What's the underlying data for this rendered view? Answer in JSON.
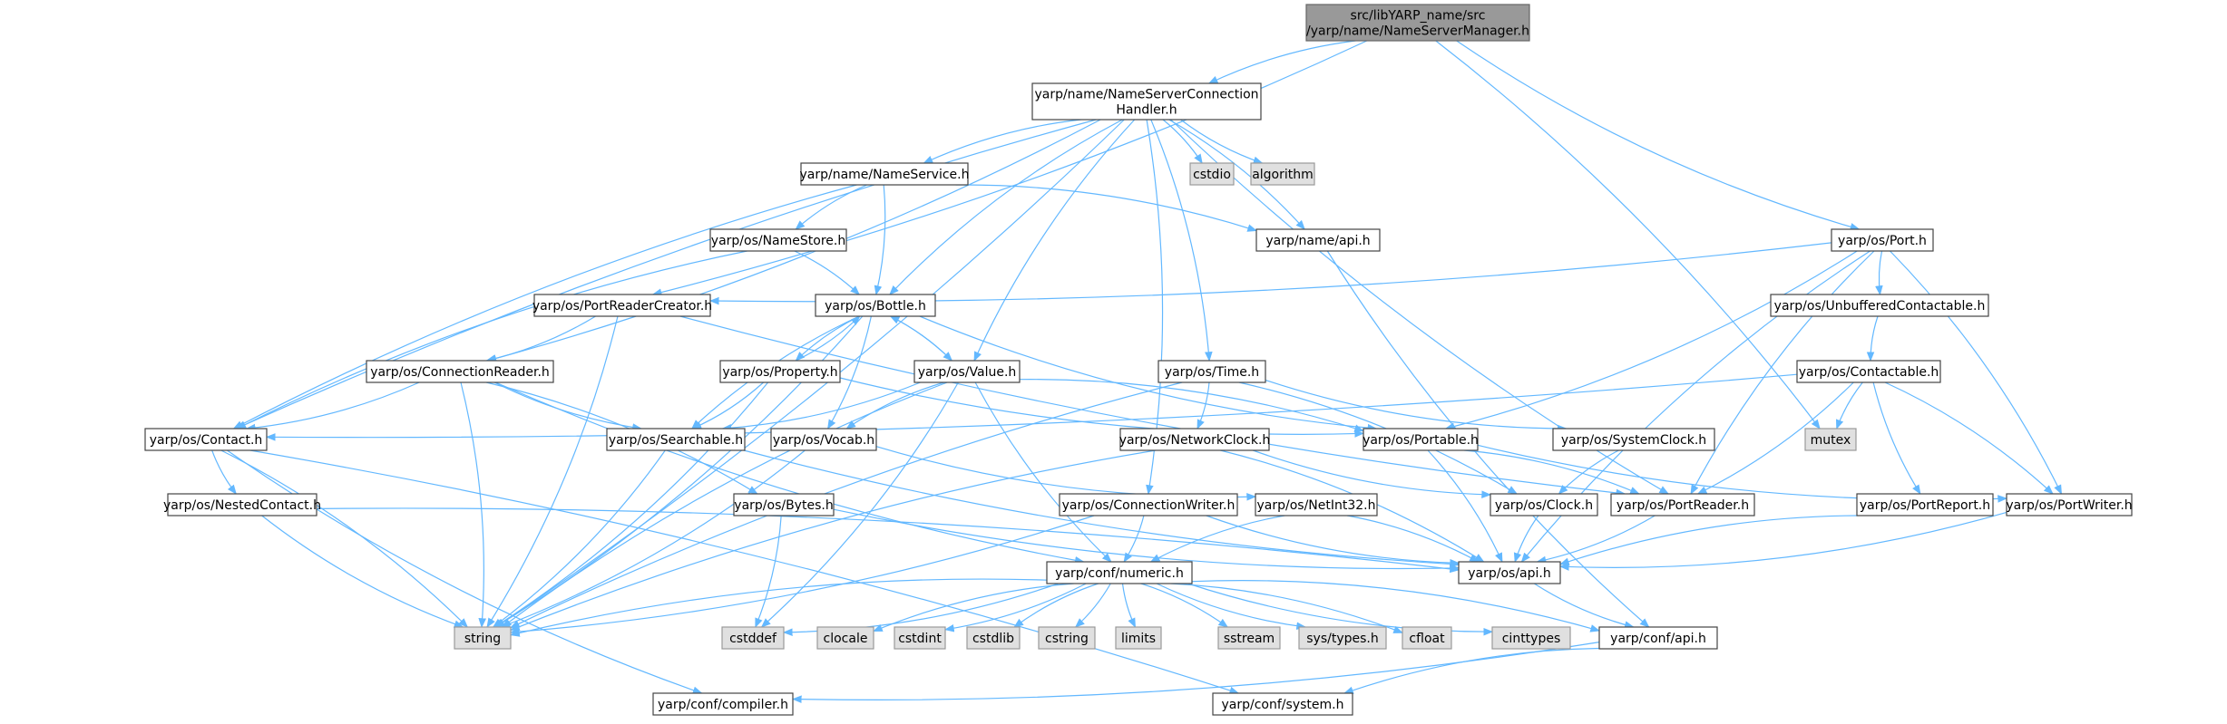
{
  "nodes": [
    {
      "id": "root",
      "lines": [
        "src/libYARP_name/src",
        "/yarp/name/NameServerManager.h"
      ],
      "kind": "root"
    },
    {
      "id": "nscHandler",
      "lines": [
        "yarp/name/NameServerConnection",
        "Handler.h"
      ],
      "kind": "hdr"
    },
    {
      "id": "nameService",
      "lines": [
        "yarp/name/NameService.h"
      ],
      "kind": "hdr"
    },
    {
      "id": "cstdio",
      "lines": [
        "cstdio"
      ],
      "kind": "sys"
    },
    {
      "id": "algorithm",
      "lines": [
        "algorithm"
      ],
      "kind": "sys"
    },
    {
      "id": "nameApi",
      "lines": [
        "yarp/name/api.h"
      ],
      "kind": "hdr"
    },
    {
      "id": "port",
      "lines": [
        "yarp/os/Port.h"
      ],
      "kind": "hdr"
    },
    {
      "id": "nameStore",
      "lines": [
        "yarp/os/NameStore.h"
      ],
      "kind": "hdr"
    },
    {
      "id": "portReaderCreator",
      "lines": [
        "yarp/os/PortReaderCreator.h"
      ],
      "kind": "hdr"
    },
    {
      "id": "bottle",
      "lines": [
        "yarp/os/Bottle.h"
      ],
      "kind": "hdr"
    },
    {
      "id": "unbuffered",
      "lines": [
        "yarp/os/UnbufferedContactable.h"
      ],
      "kind": "hdr"
    },
    {
      "id": "connReader",
      "lines": [
        "yarp/os/ConnectionReader.h"
      ],
      "kind": "hdr"
    },
    {
      "id": "property",
      "lines": [
        "yarp/os/Property.h"
      ],
      "kind": "hdr"
    },
    {
      "id": "value",
      "lines": [
        "yarp/os/Value.h"
      ],
      "kind": "hdr"
    },
    {
      "id": "time",
      "lines": [
        "yarp/os/Time.h"
      ],
      "kind": "hdr"
    },
    {
      "id": "contactable",
      "lines": [
        "yarp/os/Contactable.h"
      ],
      "kind": "hdr"
    },
    {
      "id": "contact",
      "lines": [
        "yarp/os/Contact.h"
      ],
      "kind": "hdr"
    },
    {
      "id": "searchable",
      "lines": [
        "yarp/os/Searchable.h"
      ],
      "kind": "hdr"
    },
    {
      "id": "vocab",
      "lines": [
        "yarp/os/Vocab.h"
      ],
      "kind": "hdr"
    },
    {
      "id": "networkClock",
      "lines": [
        "yarp/os/NetworkClock.h"
      ],
      "kind": "hdr"
    },
    {
      "id": "portable",
      "lines": [
        "yarp/os/Portable.h"
      ],
      "kind": "hdr"
    },
    {
      "id": "systemClock",
      "lines": [
        "yarp/os/SystemClock.h"
      ],
      "kind": "hdr"
    },
    {
      "id": "mutex",
      "lines": [
        "mutex"
      ],
      "kind": "sys"
    },
    {
      "id": "nestedContact",
      "lines": [
        "yarp/os/NestedContact.h"
      ],
      "kind": "hdr"
    },
    {
      "id": "bytes",
      "lines": [
        "yarp/os/Bytes.h"
      ],
      "kind": "hdr"
    },
    {
      "id": "connWriter",
      "lines": [
        "yarp/os/ConnectionWriter.h"
      ],
      "kind": "hdr"
    },
    {
      "id": "netInt32",
      "lines": [
        "yarp/os/NetInt32.h"
      ],
      "kind": "hdr"
    },
    {
      "id": "clock",
      "lines": [
        "yarp/os/Clock.h"
      ],
      "kind": "hdr"
    },
    {
      "id": "portReader",
      "lines": [
        "yarp/os/PortReader.h"
      ],
      "kind": "hdr"
    },
    {
      "id": "portReport",
      "lines": [
        "yarp/os/PortReport.h"
      ],
      "kind": "hdr"
    },
    {
      "id": "portWriter",
      "lines": [
        "yarp/os/PortWriter.h"
      ],
      "kind": "hdr"
    },
    {
      "id": "confNumeric",
      "lines": [
        "yarp/conf/numeric.h"
      ],
      "kind": "hdr"
    },
    {
      "id": "osApi",
      "lines": [
        "yarp/os/api.h"
      ],
      "kind": "hdr"
    },
    {
      "id": "string",
      "lines": [
        "string"
      ],
      "kind": "sys"
    },
    {
      "id": "cstddef",
      "lines": [
        "cstddef"
      ],
      "kind": "sys"
    },
    {
      "id": "clocale",
      "lines": [
        "clocale"
      ],
      "kind": "sys"
    },
    {
      "id": "cstdint",
      "lines": [
        "cstdint"
      ],
      "kind": "sys"
    },
    {
      "id": "cstdlib",
      "lines": [
        "cstdlib"
      ],
      "kind": "sys"
    },
    {
      "id": "cstring",
      "lines": [
        "cstring"
      ],
      "kind": "sys"
    },
    {
      "id": "limits",
      "lines": [
        "limits"
      ],
      "kind": "sys"
    },
    {
      "id": "sstream",
      "lines": [
        "sstream"
      ],
      "kind": "sys"
    },
    {
      "id": "systypes",
      "lines": [
        "sys/types.h"
      ],
      "kind": "sys"
    },
    {
      "id": "cfloat",
      "lines": [
        "cfloat"
      ],
      "kind": "sys"
    },
    {
      "id": "cinttypes",
      "lines": [
        "cinttypes"
      ],
      "kind": "sys"
    },
    {
      "id": "confApi",
      "lines": [
        "yarp/conf/api.h"
      ],
      "kind": "hdr"
    },
    {
      "id": "compiler",
      "lines": [
        "yarp/conf/compiler.h"
      ],
      "kind": "hdr"
    },
    {
      "id": "system",
      "lines": [
        "yarp/conf/system.h"
      ],
      "kind": "hdr"
    }
  ],
  "edges": [
    [
      "root",
      "nscHandler"
    ],
    [
      "root",
      "portReaderCreator"
    ],
    [
      "root",
      "port"
    ],
    [
      "root",
      "mutex"
    ],
    [
      "nscHandler",
      "nameService"
    ],
    [
      "nscHandler",
      "cstdio"
    ],
    [
      "nscHandler",
      "algorithm"
    ],
    [
      "nscHandler",
      "nameApi"
    ],
    [
      "nscHandler",
      "bottle"
    ],
    [
      "nscHandler",
      "connReader"
    ],
    [
      "nscHandler",
      "value"
    ],
    [
      "nscHandler",
      "time"
    ],
    [
      "nscHandler",
      "contact"
    ],
    [
      "nscHandler",
      "connWriter"
    ],
    [
      "nscHandler",
      "portReader"
    ],
    [
      "nscHandler",
      "string"
    ],
    [
      "nameService",
      "nameStore"
    ],
    [
      "nameService",
      "bottle"
    ],
    [
      "nameService",
      "contact"
    ],
    [
      "nameService",
      "nameApi"
    ],
    [
      "nameApi",
      "confApi"
    ],
    [
      "port",
      "portReaderCreator"
    ],
    [
      "port",
      "unbuffered"
    ],
    [
      "port",
      "portable"
    ],
    [
      "port",
      "portReader"
    ],
    [
      "port",
      "portWriter"
    ],
    [
      "port",
      "osApi"
    ],
    [
      "nameStore",
      "bottle"
    ],
    [
      "nameStore",
      "contact"
    ],
    [
      "portReaderCreator",
      "connReader"
    ],
    [
      "portReaderCreator",
      "portReader"
    ],
    [
      "portReaderCreator",
      "string"
    ],
    [
      "bottle",
      "property"
    ],
    [
      "bottle",
      "value"
    ],
    [
      "bottle",
      "searchable"
    ],
    [
      "bottle",
      "vocab"
    ],
    [
      "bottle",
      "portable"
    ],
    [
      "bottle",
      "string"
    ],
    [
      "unbuffered",
      "contactable"
    ],
    [
      "connReader",
      "contact"
    ],
    [
      "connReader",
      "searchable"
    ],
    [
      "connReader",
      "bytes"
    ],
    [
      "connReader",
      "confNumeric"
    ],
    [
      "connReader",
      "string"
    ],
    [
      "property",
      "bottle"
    ],
    [
      "property",
      "searchable"
    ],
    [
      "property",
      "portable"
    ],
    [
      "property",
      "string"
    ],
    [
      "value",
      "bottle"
    ],
    [
      "value",
      "searchable"
    ],
    [
      "value",
      "vocab"
    ],
    [
      "value",
      "portable"
    ],
    [
      "value",
      "confNumeric"
    ],
    [
      "value",
      "cstddef"
    ],
    [
      "value",
      "string"
    ],
    [
      "time",
      "networkClock"
    ],
    [
      "time",
      "systemClock"
    ],
    [
      "time",
      "clock"
    ],
    [
      "time",
      "string"
    ],
    [
      "contactable",
      "contact"
    ],
    [
      "contactable",
      "mutex"
    ],
    [
      "contactable",
      "portReader"
    ],
    [
      "contactable",
      "portReport"
    ],
    [
      "contactable",
      "portWriter"
    ],
    [
      "contact",
      "nestedContact"
    ],
    [
      "contact",
      "string"
    ],
    [
      "contact",
      "compiler"
    ],
    [
      "contact",
      "system"
    ],
    [
      "searchable",
      "osApi"
    ],
    [
      "searchable",
      "string"
    ],
    [
      "vocab",
      "netInt32"
    ],
    [
      "vocab",
      "string"
    ],
    [
      "networkClock",
      "clock"
    ],
    [
      "networkClock",
      "osApi"
    ],
    [
      "networkClock",
      "string"
    ],
    [
      "portable",
      "portReader"
    ],
    [
      "portable",
      "portWriter"
    ],
    [
      "portable",
      "osApi"
    ],
    [
      "systemClock",
      "clock"
    ],
    [
      "nestedContact",
      "osApi"
    ],
    [
      "nestedContact",
      "string"
    ],
    [
      "bytes",
      "cstddef"
    ],
    [
      "bytes",
      "osApi"
    ],
    [
      "connWriter",
      "confNumeric"
    ],
    [
      "connWriter",
      "osApi"
    ],
    [
      "connWriter",
      "string"
    ],
    [
      "netInt32",
      "confNumeric"
    ],
    [
      "netInt32",
      "osApi"
    ],
    [
      "clock",
      "osApi"
    ],
    [
      "portReader",
      "osApi"
    ],
    [
      "portReport",
      "osApi"
    ],
    [
      "portWriter",
      "osApi"
    ],
    [
      "confNumeric",
      "string"
    ],
    [
      "confNumeric",
      "cstddef"
    ],
    [
      "confNumeric",
      "clocale"
    ],
    [
      "confNumeric",
      "cstdint"
    ],
    [
      "confNumeric",
      "cstdlib"
    ],
    [
      "confNumeric",
      "cstring"
    ],
    [
      "confNumeric",
      "limits"
    ],
    [
      "confNumeric",
      "sstream"
    ],
    [
      "confNumeric",
      "systypes"
    ],
    [
      "confNumeric",
      "cfloat"
    ],
    [
      "confNumeric",
      "cinttypes"
    ],
    [
      "confNumeric",
      "confApi"
    ],
    [
      "osApi",
      "confApi"
    ],
    [
      "confApi",
      "compiler"
    ],
    [
      "confApi",
      "system"
    ]
  ],
  "colors": {
    "edge": "#63b8ff",
    "root_fill": "#999999",
    "sys_fill": "#e0e0e0",
    "node_border": "#444444"
  }
}
